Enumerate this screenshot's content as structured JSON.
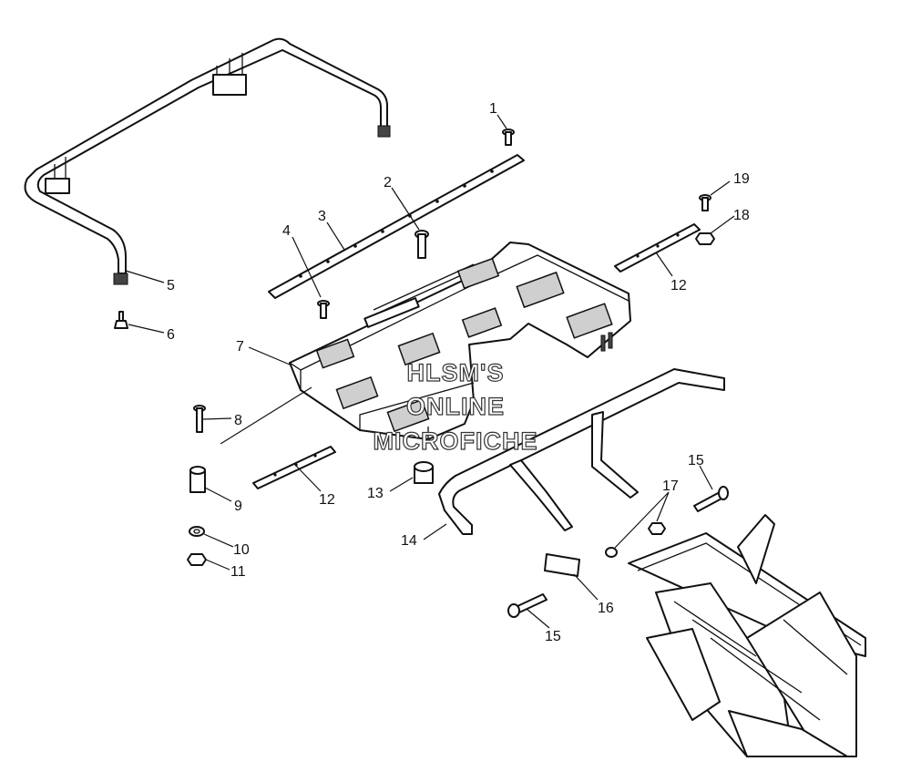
{
  "watermark": {
    "line1": "HLSM'S",
    "line2": "ONLINE",
    "line3": "MICROFICHE"
  },
  "callouts": [
    {
      "id": "c1",
      "label": "1"
    },
    {
      "id": "c2",
      "label": "2"
    },
    {
      "id": "c3",
      "label": "3"
    },
    {
      "id": "c4",
      "label": "4"
    },
    {
      "id": "c5",
      "label": "5"
    },
    {
      "id": "c6",
      "label": "6"
    },
    {
      "id": "c7",
      "label": "7"
    },
    {
      "id": "c8",
      "label": "8"
    },
    {
      "id": "c9",
      "label": "9"
    },
    {
      "id": "c10",
      "label": "10"
    },
    {
      "id": "c11",
      "label": "11"
    },
    {
      "id": "c12a",
      "label": "12"
    },
    {
      "id": "c12b",
      "label": "12"
    },
    {
      "id": "c13",
      "label": "13"
    },
    {
      "id": "c14",
      "label": "14"
    },
    {
      "id": "c15a",
      "label": "15"
    },
    {
      "id": "c15b",
      "label": "15"
    },
    {
      "id": "c16",
      "label": "16"
    },
    {
      "id": "c17",
      "label": "17"
    },
    {
      "id": "c18",
      "label": "18"
    },
    {
      "id": "c19",
      "label": "19"
    }
  ]
}
